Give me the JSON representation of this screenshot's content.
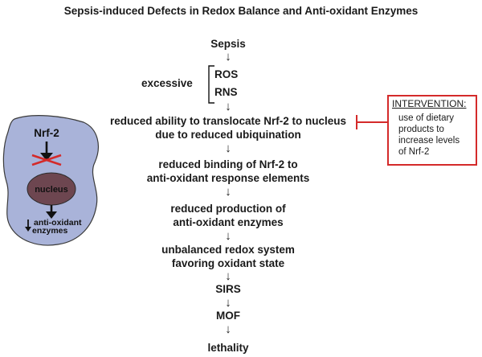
{
  "title": "Sepsis-induced Defects in Redox Balance and Anti-oxidant Enzymes",
  "steps": {
    "sepsis": "Sepsis",
    "excessive": "excessive",
    "ros": "ROS",
    "rns": "RNS",
    "translocate_line1": "reduced ability to translocate Nrf-2 to nucleus",
    "translocate_line2": "due to reduced ubiquination",
    "binding_line1": "reduced binding of Nrf-2 to",
    "binding_line2": "anti-oxidant response elements",
    "production_line1": "reduced production of",
    "production_line2": "anti-oxidant enzymes",
    "redox_line1": "unbalanced redox system",
    "redox_line2": "favoring oxidant state",
    "sirs": "SIRS",
    "mof": "MOF",
    "lethality": "lethality"
  },
  "intervention": {
    "title": "INTERVENTION:",
    "line1": "use of dietary",
    "line2": "products to",
    "line3": "increase levels",
    "line4": "of Nrf-2"
  },
  "cell": {
    "nrf2": "Nrf-2",
    "nucleus": "nucleus",
    "enzymes_line1": "anti-oxidant",
    "enzymes_line2": "enzymes"
  },
  "colors": {
    "inhibit_red": "#d42a2a",
    "cell_fill": "#a9b3d9",
    "nucleus_fill": "#6d4650"
  }
}
